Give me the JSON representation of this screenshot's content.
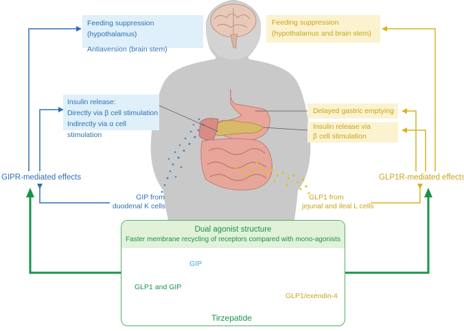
{
  "left_side": {
    "feeding_box": [
      "Feeding suppression (hypothalamus)",
      "Antiaversion (brain stem)"
    ],
    "insulin_box": [
      "Insulin release:",
      "Directly via β cell stimulation",
      "Indirectly via α cell stimulation"
    ],
    "effects_label": "GIPR-mediated effects",
    "source_label": [
      "GIP from",
      "duodenal K cells"
    ]
  },
  "right_side": {
    "feeding_box": [
      "Feeding suppression",
      "(hypothalamus and brain stem)"
    ],
    "gastric_box": "Delayed gastric emptying",
    "insulin_box": [
      "Insulin release via",
      "β cell stimulation"
    ],
    "effects_label": "GLP1R-mediated effects",
    "source_label": [
      "GLP1 from",
      "jejunal and ileal L cells"
    ]
  },
  "dual_agonist": {
    "title": "Dual agonist structure",
    "subtitle": "Faster membrane recycling of receptors compared with mono-agonists",
    "labels": {
      "gip": "GIP",
      "glp1_and_gip": "GLP1 and GIP",
      "glp1_exendin": "GLP1/exendin-4",
      "drug": "Tirzepatide"
    }
  },
  "colors": {
    "gipr_blue": "#2d6fb2",
    "glp1r_yellow": "#c9a21a",
    "tirzepatide_green": "#159447",
    "light_blue_box": "#dff0fa",
    "light_yellow_box": "#fbf3cf",
    "light_green_box": "#e2f1da",
    "silhouette_gray": "#c9c9c9"
  }
}
